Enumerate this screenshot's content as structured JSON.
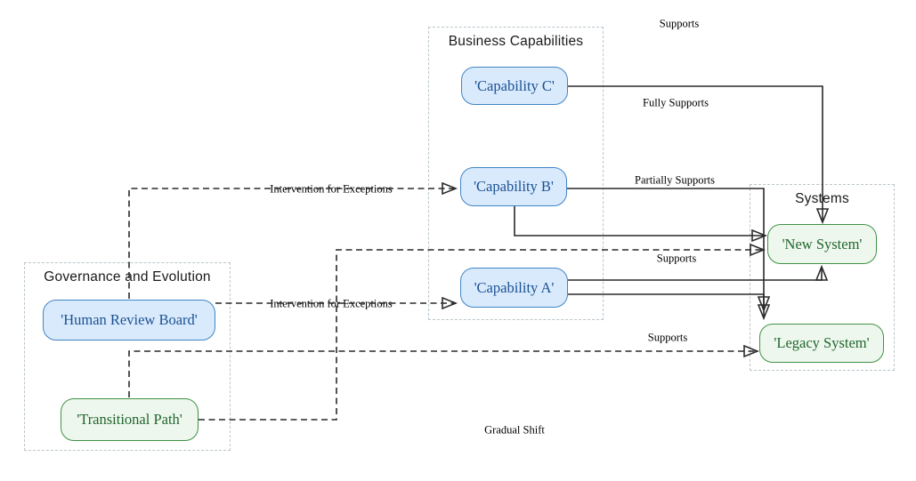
{
  "diagram": {
    "title": "Capability-to-System support flowchart",
    "groups": [
      {
        "id": "business-capabilities",
        "label": "Business Capabilities"
      },
      {
        "id": "systems",
        "label": "Systems"
      },
      {
        "id": "governance-evolution",
        "label": "Governance and Evolution"
      }
    ],
    "nodes": [
      {
        "id": "capability-c",
        "label": "'Capability C'",
        "type": "blue"
      },
      {
        "id": "capability-b",
        "label": "'Capability B'",
        "type": "blue"
      },
      {
        "id": "capability-a",
        "label": "'Capability A'",
        "type": "blue"
      },
      {
        "id": "new-system",
        "label": "'New System'",
        "type": "green"
      },
      {
        "id": "legacy-system",
        "label": "'Legacy System'",
        "type": "green"
      },
      {
        "id": "human-review-board",
        "label": "'Human Review Board'",
        "type": "blue"
      },
      {
        "id": "transitional-path",
        "label": "'Transitional Path'",
        "type": "green"
      }
    ],
    "edge_labels": [
      {
        "id": "supports-top",
        "text": "Supports"
      },
      {
        "id": "fully-supports",
        "text": "Fully Supports"
      },
      {
        "id": "partially-supports",
        "text": "Partially Supports"
      },
      {
        "id": "intervention-upper",
        "text": "Intervention for Exceptions"
      },
      {
        "id": "supports-mid",
        "text": "Supports"
      },
      {
        "id": "intervention-lower",
        "text": "Intervention for Exceptions"
      },
      {
        "id": "supports-lower",
        "text": "Supports"
      },
      {
        "id": "gradual-shift",
        "text": "Gradual Shift"
      }
    ],
    "edges": [
      {
        "from": "Capability C",
        "to": "New System",
        "style": "solid"
      },
      {
        "from": "Capability B",
        "to": "Legacy System",
        "style": "solid"
      },
      {
        "from": "Capability B",
        "to": "New System",
        "style": "solid"
      },
      {
        "from": "Capability A",
        "to": "New System",
        "style": "solid"
      },
      {
        "from": "Capability A",
        "to": "Legacy System",
        "style": "solid"
      },
      {
        "from": "Human Review Board",
        "to": "Capability B",
        "style": "dashed"
      },
      {
        "from": "Human Review Board",
        "to": "Capability A",
        "style": "dashed"
      },
      {
        "from": "Transitional Path",
        "to": "Legacy System",
        "style": "dashed"
      },
      {
        "from": "Transitional Path",
        "to": "New System",
        "style": "dashed"
      }
    ],
    "colors": {
      "background": "#ffffff",
      "blue_node_fill": "#d9eafc",
      "blue_node_stroke": "#4185c6",
      "blue_node_text": "#1b5193",
      "green_node_fill": "#eef7ee",
      "green_node_stroke": "#3f9243",
      "green_node_text": "#20662d",
      "group_border": "#b9c5cc",
      "group_label_text": "#1a1a1a",
      "edge_line": "#2a2a2a",
      "edge_label_text": "#000000"
    }
  }
}
